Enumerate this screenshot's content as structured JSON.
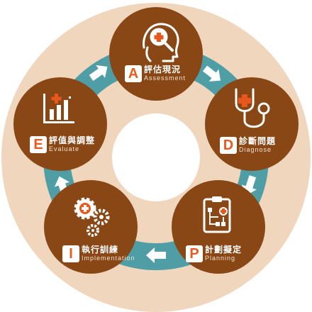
{
  "stages": [
    {
      "letter": "A",
      "chinese": "評估現況",
      "english": "Assessment"
    },
    {
      "letter": "D",
      "chinese": "診斷問題",
      "english": "Diagnose"
    },
    {
      "letter": "P",
      "chinese": "計劃擬定",
      "english": "Planning"
    },
    {
      "letter": "I",
      "chinese": "執行訓練",
      "english": "Implementation"
    },
    {
      "letter": "E",
      "chinese": "評值與調整",
      "english": "Evaluate"
    }
  ],
  "icons": [
    "head-with-magnifier-icon",
    "stethoscope-icon",
    "clipboard-flowchart-icon",
    "gears-icon",
    "bar-chart-icon"
  ],
  "colors": {
    "outer_disc": "#f0d6bd",
    "ring": "#4f9ea6",
    "stage_circle": "#8a4716",
    "accent": "#e8581d",
    "arrow": "#ffffff",
    "center": "#ffffff"
  }
}
